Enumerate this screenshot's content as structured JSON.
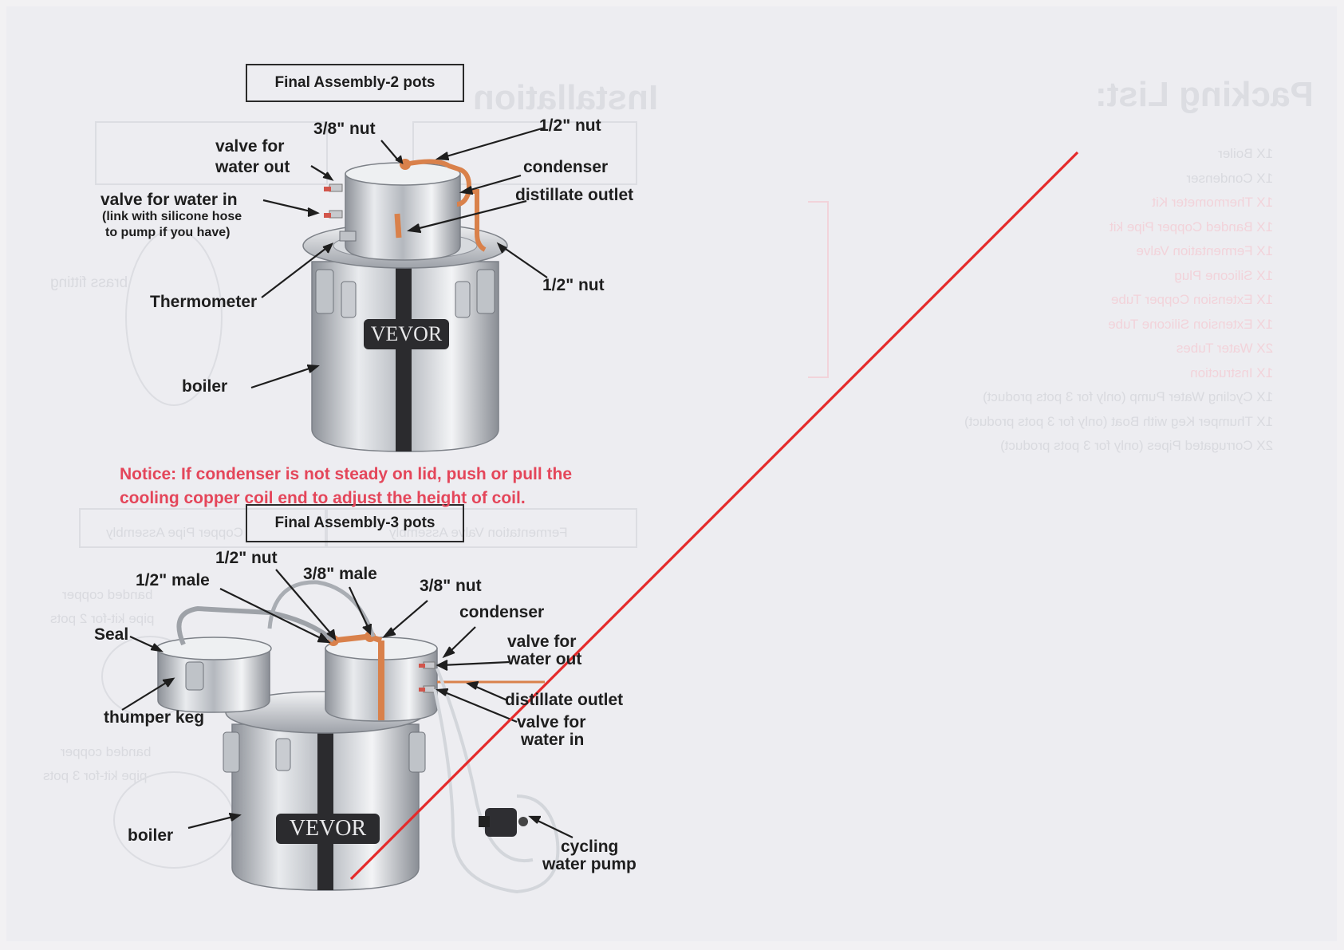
{
  "diagram_2pots": {
    "title": "Final Assembly-2 pots",
    "labels": {
      "nut_38": "3/8\" nut",
      "nut_12_top": "1/2\" nut",
      "valve_out_1": "valve for",
      "valve_out_2": "water out",
      "condenser": "condenser",
      "distillate_outlet": "distillate outlet",
      "valve_in": "valve for water in",
      "valve_in_note_1": "(link with silicone hose",
      "valve_in_note_2": "to pump if you have)",
      "nut_12_side": "1/2\" nut",
      "thermometer": "Thermometer",
      "boiler": "boiler",
      "brand": "VEVOR"
    }
  },
  "notice": {
    "line1": "Notice: If condenser is not steady on lid, push or pull the",
    "line2": "cooling copper coil end to adjust the height of coil."
  },
  "diagram_3pots": {
    "title": "Final Assembly-3 pots",
    "labels": {
      "nut_12": "1/2\" nut",
      "male_12": "1/2\" male",
      "male_38": "3/8\" male",
      "nut_38": "3/8\" nut",
      "condenser": "condenser",
      "seal": "Seal",
      "valve_out_1": "valve for",
      "valve_out_2": "water out",
      "distillate_outlet": "distillate outlet",
      "valve_in_1": "valve for",
      "valve_in_2": "water in",
      "thumper_keg": "thumper keg",
      "boiler": "boiler",
      "pump_1": "cycling",
      "pump_2": "water pump",
      "brand": "VEVOR"
    }
  },
  "bleed_through": {
    "installation_title": "Installation",
    "packing_title": "Packing List:",
    "packing_items": [
      "1X Boiler",
      "1X Condenser",
      "1X Thermometer Kit",
      "1X Banded Copper Pipe kit",
      "1X Fermentation Valve",
      "1X Silicone Plug",
      "1X Extension Copper Tube",
      "1X Extension Silicone Tube",
      "2X Water Tubes",
      "1X Instruction",
      "1X Cycling Water Pump (only for 3 pots product)",
      "1X Thumper Keg with Boat (only for 3 pots product)",
      "2X Corrugated Pipes (only for 3 pots product)"
    ],
    "left_ghosts": {
      "brass_fitting": "brass fitting",
      "banded_copper_1": "banded copper",
      "banded_copper_2": "pipe kit-for 3 pots",
      "banded_copper_3": "banded copper",
      "banded_copper_4": "pipe kit-for 2 pots",
      "valve_box": "Fermentation Valve Assembly",
      "pipe_box": "Copper Pipe Assembly"
    }
  },
  "colors": {
    "paper": "#ededf1",
    "text": "#1e1e1e",
    "notice": "#e4465a",
    "slash": "#e52a2a",
    "steel": "#c9ccd2",
    "copper": "#d9814b"
  }
}
